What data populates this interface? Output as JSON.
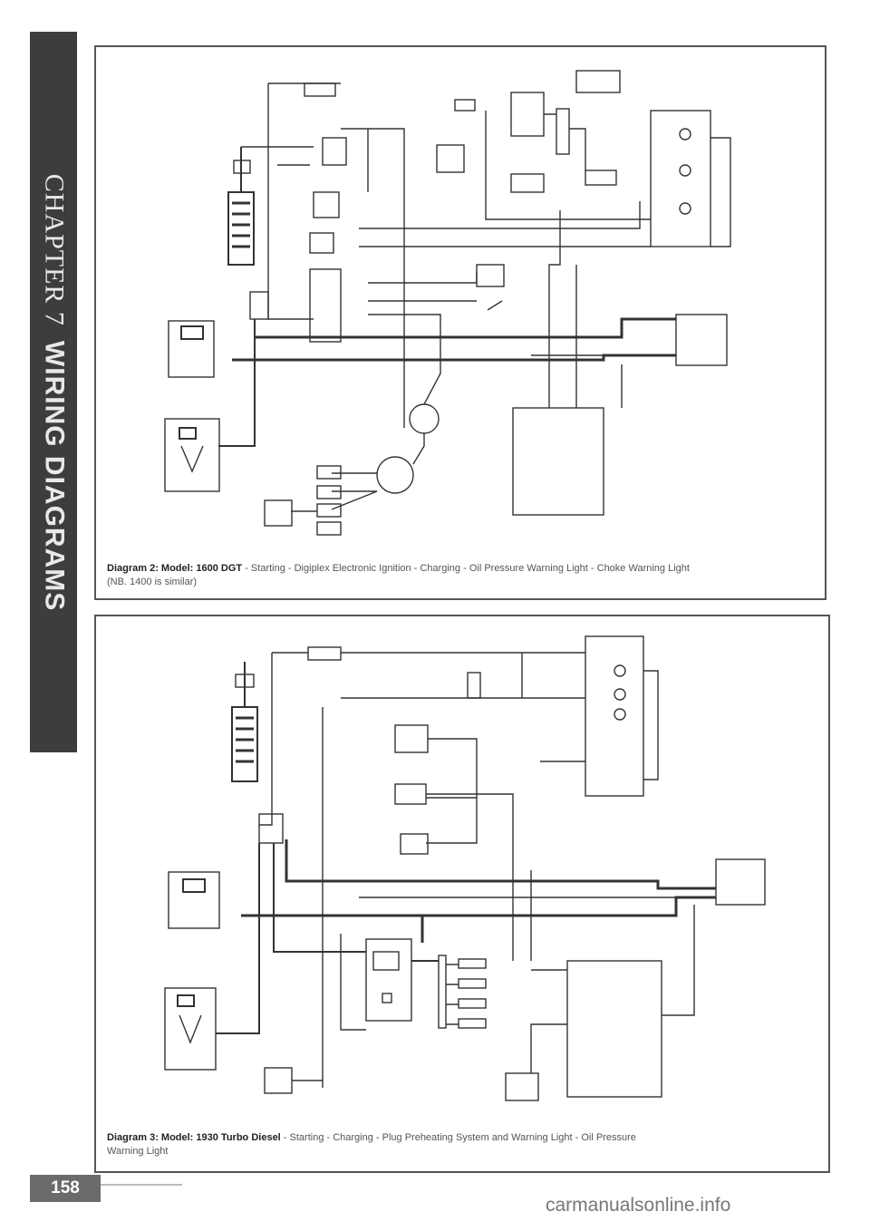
{
  "sidebar": {
    "chapter": "CHAPTER 7",
    "section": "WIRING DIAGRAMS"
  },
  "diagram2": {
    "caption_bold": "Diagram 2: Model: 1600 DGT",
    "caption_rest": " - Starting - Digiplex Electronic Ignition - Charging - Oil Pressure Warning Light - Choke Warning Light",
    "caption_line2": "(NB. 1400 is similar)"
  },
  "diagram3": {
    "caption_bold": "Diagram 3: Model: 1930 Turbo Diesel",
    "caption_rest": " - Starting - Charging - Plug Preheating System and Warning Light - Oil Pressure",
    "caption_line2": "Warning Light"
  },
  "page_number": "158",
  "watermark": "carmanualsonline.info"
}
